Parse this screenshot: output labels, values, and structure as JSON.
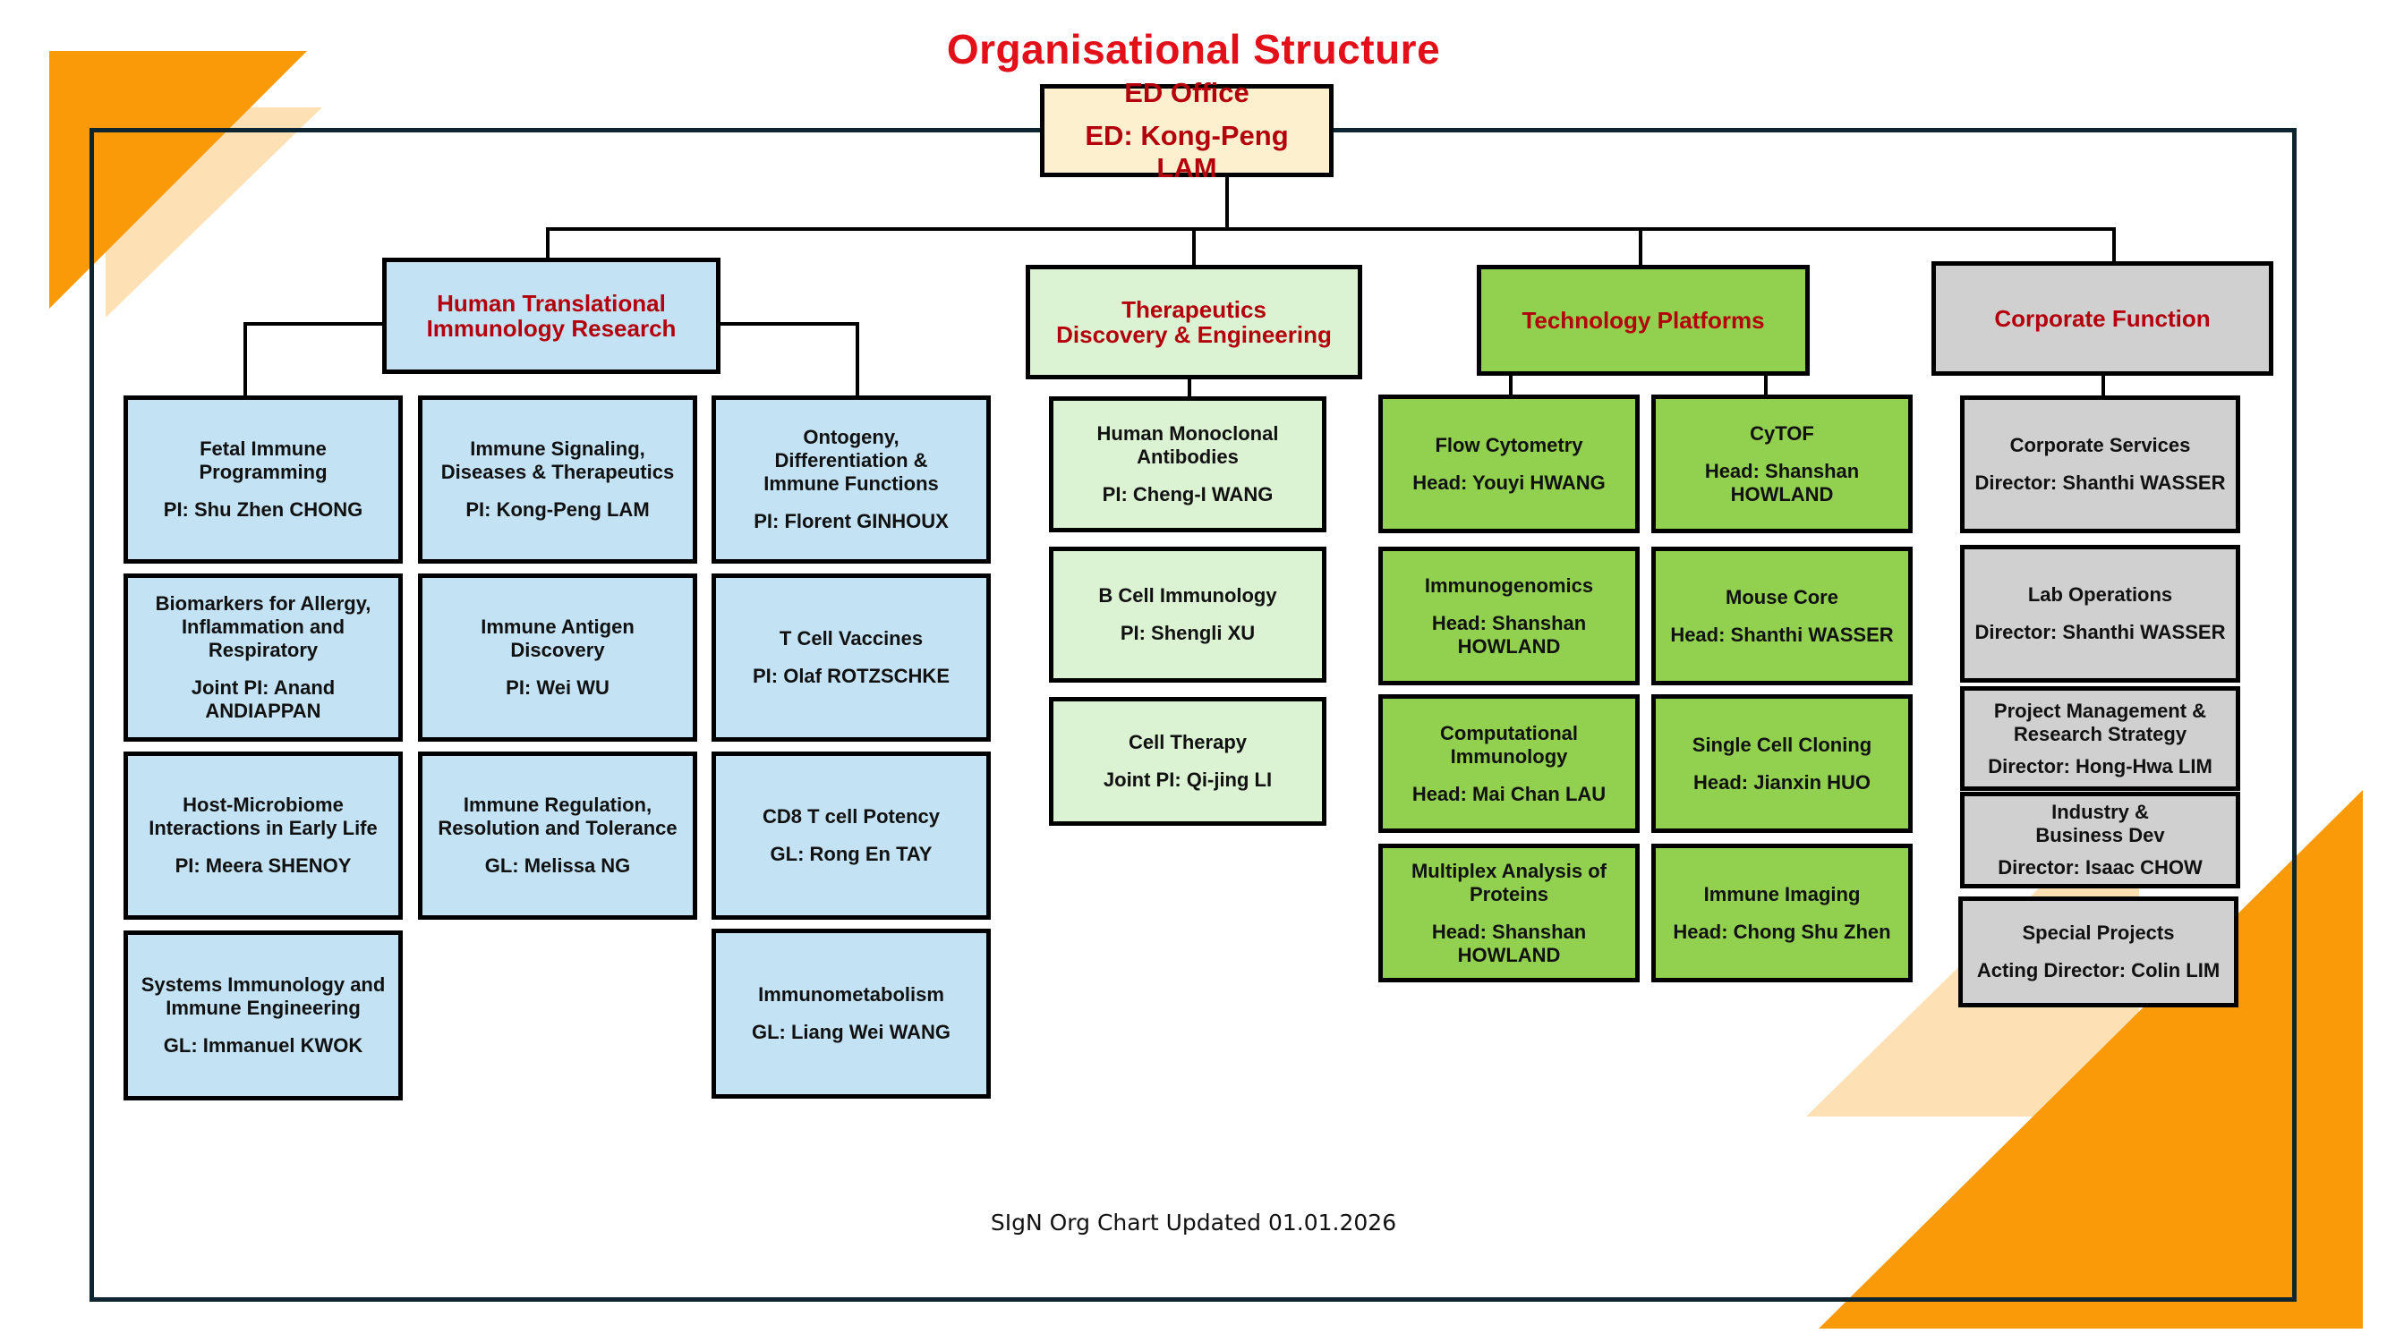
{
  "title": "Organisational Structure",
  "colors": {
    "title": "#e3101a",
    "heading_text": "#b3000c",
    "frame": "#0d2530",
    "accent_orange": "#fa9a08",
    "accent_orange_pale": "#fde0b3",
    "ed_fill": "#fdf0cf",
    "htir_fill": "#c3e3f5",
    "tde_fill": "#dbf2d3",
    "tp_fill": "#92d050",
    "cf_fill": "#d0d0d0"
  },
  "ed_office": {
    "name": "ED Office",
    "lead": "ED: Kong-Peng LAM"
  },
  "divisions": [
    {
      "name": "Human Translational\nImmunology Research",
      "units": [
        {
          "name": "Fetal Immune\nProgramming",
          "lead": "PI: Shu Zhen CHONG"
        },
        {
          "name": "Biomarkers for Allergy,\nInflammation and\nRespiratory",
          "lead": "Joint PI: Anand\nANDIAPPAN"
        },
        {
          "name": "Host-Microbiome\nInteractions in Early Life",
          "lead": "PI: Meera SHENOY"
        },
        {
          "name": "Systems Immunology and\nImmune Engineering",
          "lead": "GL: Immanuel KWOK"
        },
        {
          "name": "Immune Signaling,\nDiseases & Therapeutics",
          "lead": "PI: Kong-Peng LAM"
        },
        {
          "name": "Immune Antigen\nDiscovery",
          "lead": "PI: Wei WU"
        },
        {
          "name": "Immune Regulation,\nResolution and Tolerance",
          "lead": "GL: Melissa NG"
        },
        {
          "name": "Ontogeny,\nDifferentiation &\nImmune Functions",
          "lead": "PI: Florent GINHOUX"
        },
        {
          "name": "T Cell Vaccines",
          "lead": "PI: Olaf ROTZSCHKE"
        },
        {
          "name": "CD8 T cell Potency",
          "lead": "GL: Rong En TAY"
        },
        {
          "name": "Immunometabolism",
          "lead": "GL: Liang Wei WANG"
        }
      ]
    },
    {
      "name": "Therapeutics\nDiscovery & Engineering",
      "units": [
        {
          "name": "Human Monoclonal\nAntibodies",
          "lead": "PI: Cheng-I WANG"
        },
        {
          "name": "B Cell Immunology",
          "lead": "PI: Shengli XU"
        },
        {
          "name": "Cell Therapy",
          "lead": "Joint PI: Qi-jing LI"
        }
      ]
    },
    {
      "name": "Technology Platforms",
      "units": [
        {
          "name": "Flow Cytometry",
          "lead": "Head: Youyi HWANG"
        },
        {
          "name": "Immunogenomics",
          "lead": "Head: Shanshan\nHOWLAND"
        },
        {
          "name": "Computational\nImmunology",
          "lead": "Head: Mai Chan LAU"
        },
        {
          "name": "Multiplex Analysis of\nProteins",
          "lead": "Head: Shanshan\nHOWLAND"
        },
        {
          "name": "CyTOF",
          "lead": "Head: Shanshan\nHOWLAND"
        },
        {
          "name": "Mouse Core",
          "lead": "Head: Shanthi WASSER"
        },
        {
          "name": "Single Cell Cloning",
          "lead": "Head: Jianxin HUO"
        },
        {
          "name": "Immune Imaging",
          "lead": "Head: Chong Shu Zhen"
        }
      ]
    },
    {
      "name": "Corporate Function",
      "units": [
        {
          "name": "Corporate Services",
          "lead": "Director: Shanthi WASSER"
        },
        {
          "name": "Lab Operations",
          "lead": "Director: Shanthi WASSER"
        },
        {
          "name": "Project Management &\nResearch Strategy",
          "lead": "Director: Hong-Hwa LIM"
        },
        {
          "name": "Industry &\nBusiness Dev",
          "lead": "Director: Isaac CHOW"
        },
        {
          "name": "Special Projects",
          "lead": "Acting Director: Colin LIM"
        }
      ]
    }
  ],
  "footer": "SIgN Org Chart Updated 01.01.2026"
}
